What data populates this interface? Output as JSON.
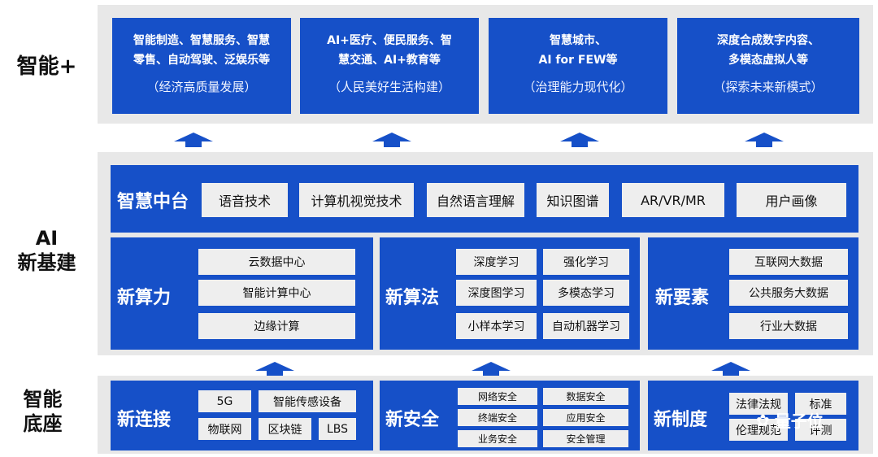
{
  "labels": {
    "top": "智能+",
    "middle_1": "AI",
    "middle_2": "新基建",
    "bottom_1": "智能",
    "bottom_2": "底座"
  },
  "top_row": [
    {
      "line1": "智能制造、智慧服务、智慧",
      "line2": "零售、自动驾驶、泛娱乐等",
      "sub": "（经济高质量发展）"
    },
    {
      "line1": "AI+医疗、便民服务、智",
      "line2": "慧交通、AI+教育等",
      "sub": "（人民美好生活构建）"
    },
    {
      "line1": "智慧城市、",
      "line2": "AI for FEW等",
      "sub": "（治理能力现代化）"
    },
    {
      "line1": "深度合成数字内容、",
      "line2": "多模态虚拟人等",
      "sub": "（探索未来新模式）"
    }
  ],
  "zhihui": {
    "title": "智慧中台",
    "items": [
      "语音技术",
      "计算机视觉技术",
      "自然语言理解",
      "知识图谱",
      "AR/VR/MR",
      "用户画像"
    ]
  },
  "suanli": {
    "title": "新算力",
    "items": [
      "云数据中心",
      "智能计算中心",
      "边缘计算"
    ]
  },
  "suanfa": {
    "title": "新算法",
    "items": [
      "深度学习",
      "强化学习",
      "深度图学习",
      "多模态学习",
      "小样本学习",
      "自动机器学习"
    ]
  },
  "yaosu": {
    "title": "新要素",
    "items": [
      "互联网大数据",
      "公共服务大数据",
      "行业大数据"
    ]
  },
  "lianjie": {
    "title": "新连接",
    "items": [
      "5G",
      "智能传感设备",
      "物联网",
      "区块链",
      "LBS"
    ]
  },
  "anquan": {
    "title": "新安全",
    "items": [
      "网络安全",
      "数据安全",
      "终端安全",
      "应用安全",
      "业务安全",
      "安全管理"
    ]
  },
  "zhidu": {
    "title": "新制度",
    "items": [
      "法律法规",
      "标准",
      "伦理规范",
      "评测"
    ]
  },
  "watermark": "量子位",
  "colors": {
    "accent": "#1650c8",
    "band": "#e8e8e8",
    "chip": "#eeeeee"
  }
}
